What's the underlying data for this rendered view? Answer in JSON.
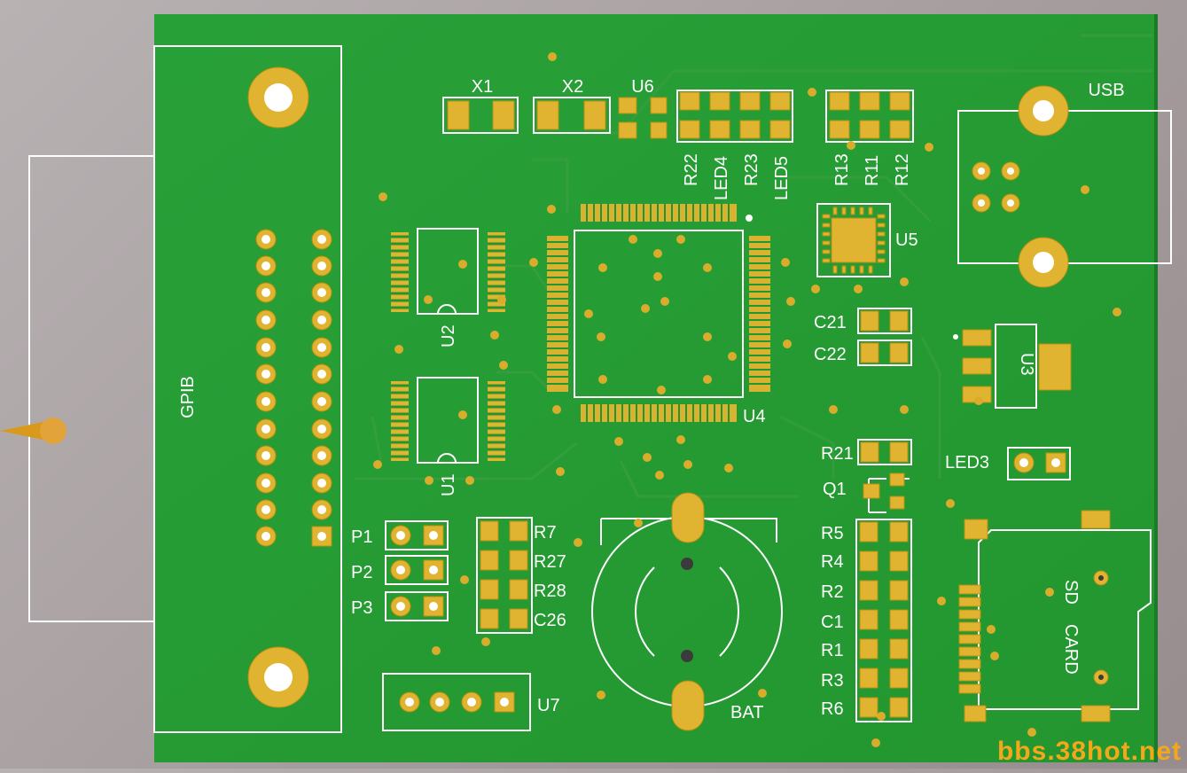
{
  "board": {
    "connector_label": "GPIB",
    "usb_label": "USB",
    "sd_label_1": "SD",
    "sd_label_2": "CARD",
    "battery_label": "BAT"
  },
  "designators": {
    "X1": "X1",
    "X2": "X2",
    "U6": "U6",
    "U5": "U5",
    "U4": "U4",
    "U3": "U3",
    "U2": "U2",
    "U1": "U1",
    "U7": "U7",
    "Q1": "Q1",
    "LED3": "LED3",
    "LED4": "LED4",
    "LED5": "LED5",
    "R22": "R22",
    "R23": "R23",
    "R13": "R13",
    "R11": "R11",
    "R12": "R12",
    "C21": "C21",
    "C22": "C22",
    "R21": "R21",
    "R5": "R5",
    "R4": "R4",
    "R2": "R2",
    "C1": "C1",
    "R1": "R1",
    "R3": "R3",
    "R6": "R6",
    "P1": "P1",
    "P2": "P2",
    "P3": "P3",
    "R7": "R7",
    "R27": "R27",
    "R28": "R28",
    "C26": "C26"
  },
  "watermark": "bbs.38hot.net",
  "colors": {
    "board": "#2fa53a",
    "copper_pad": "#e0b431",
    "silkscreen": "#ffffff",
    "background": "#a59c9d",
    "watermark": "#f3a81a"
  }
}
